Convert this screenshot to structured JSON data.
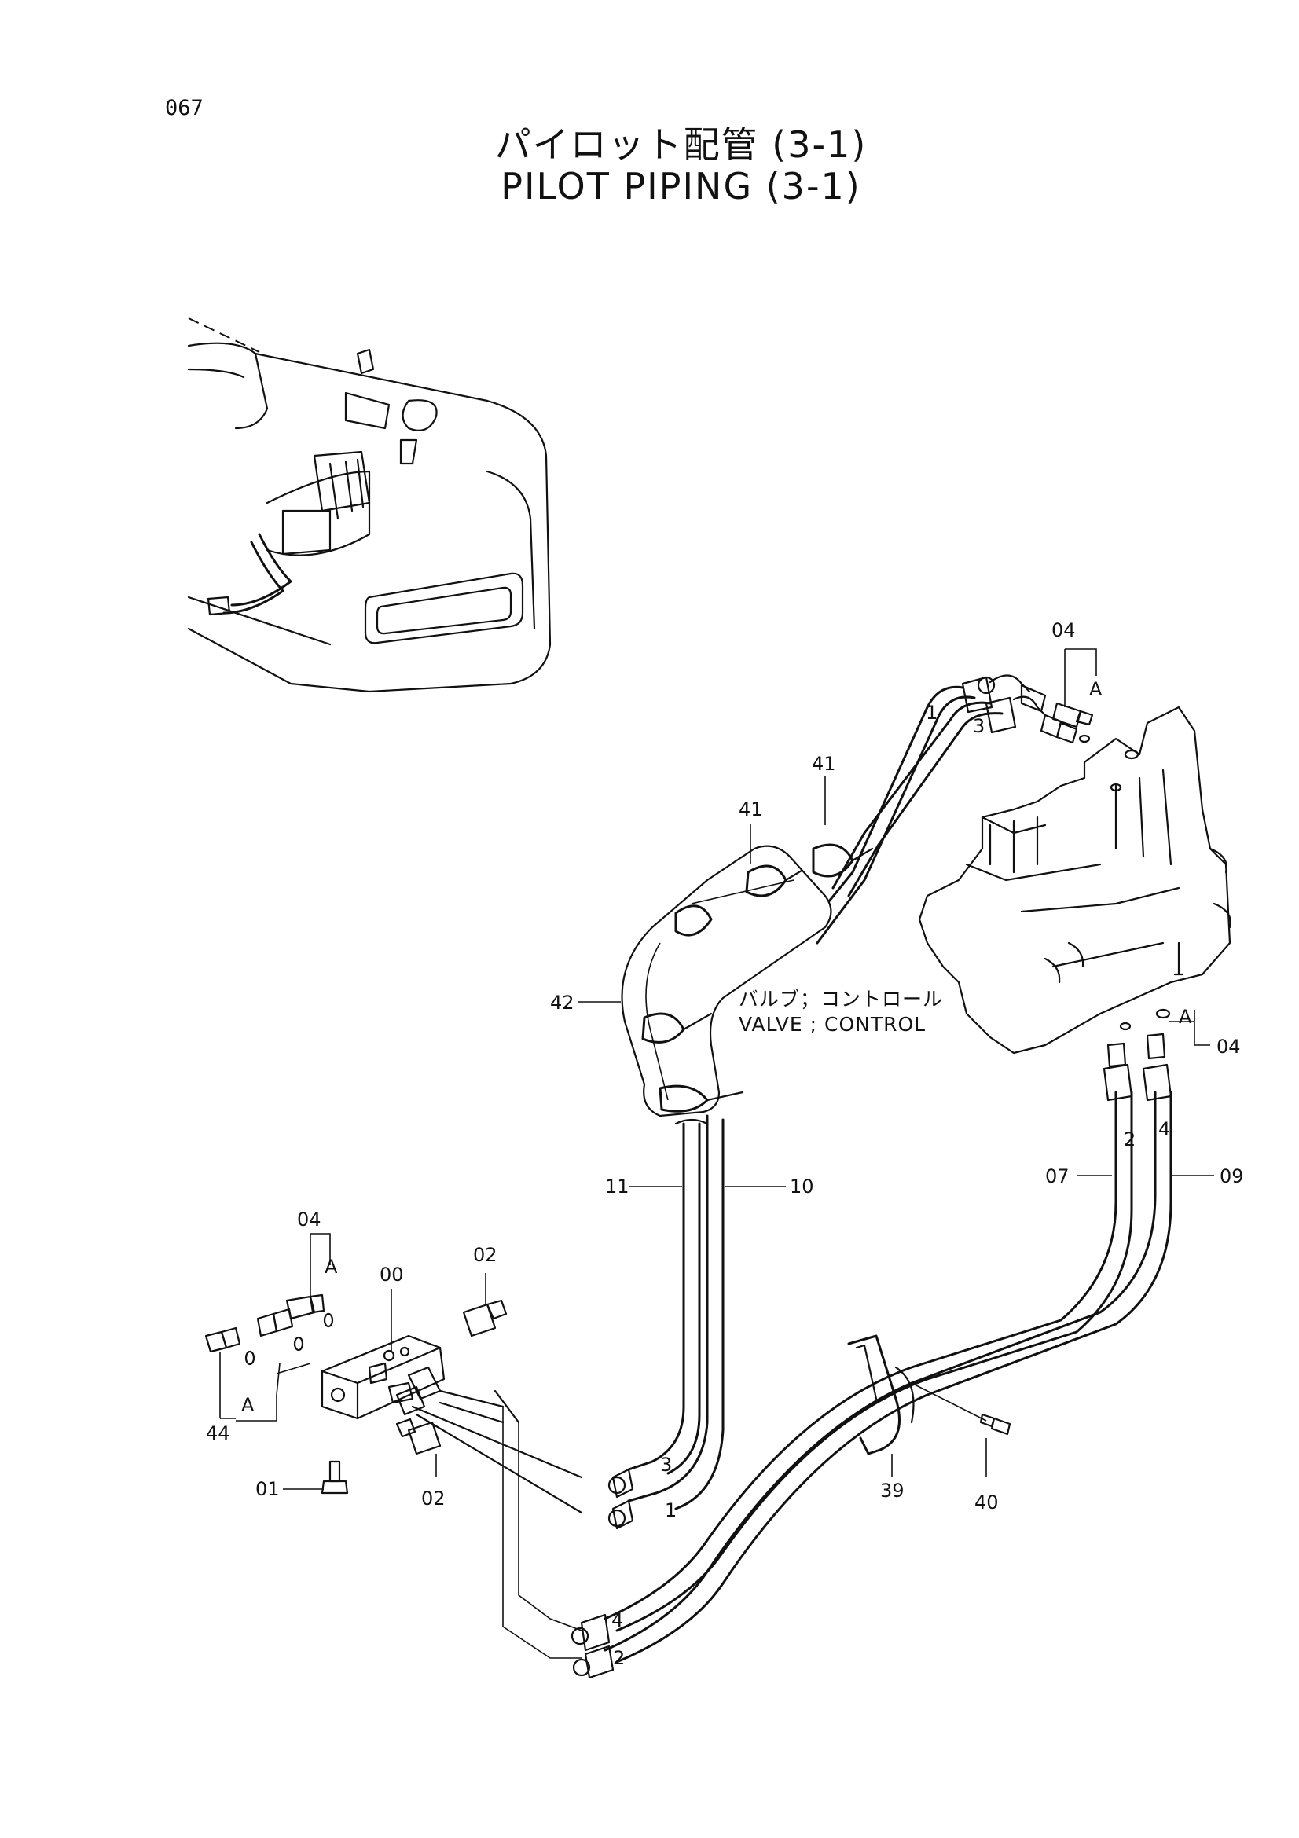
{
  "page_number": "067",
  "title_jp": "パイロット配管 (3-1)",
  "title_en": "PILOT PIPING (3-1)",
  "component_name_jp": "バルブ；コントロール",
  "component_name_en": "VALVE ; CONTROL",
  "labels": {
    "p04_top": "04",
    "pA_top": "A",
    "p41_a": "41",
    "p41_b": "41",
    "p42": "42",
    "pA_right": "A",
    "p04_right": "04",
    "p07": "07",
    "p09": "09",
    "p11": "11",
    "p10": "10",
    "p04_left": "04",
    "pA_left": "A",
    "p00": "00",
    "p02_top": "02",
    "p44": "44",
    "pA_bottom": "A",
    "p01": "01",
    "p02_bottom": "02",
    "p39": "39",
    "p40": "40"
  },
  "hose_numbers": {
    "h1_top": "1",
    "h3_top": "3",
    "h2_right": "2",
    "h4_right": "4",
    "h3_bottom": "3",
    "h1_bottom": "1",
    "h4_bottom": "4",
    "h2_bottom": "2"
  }
}
